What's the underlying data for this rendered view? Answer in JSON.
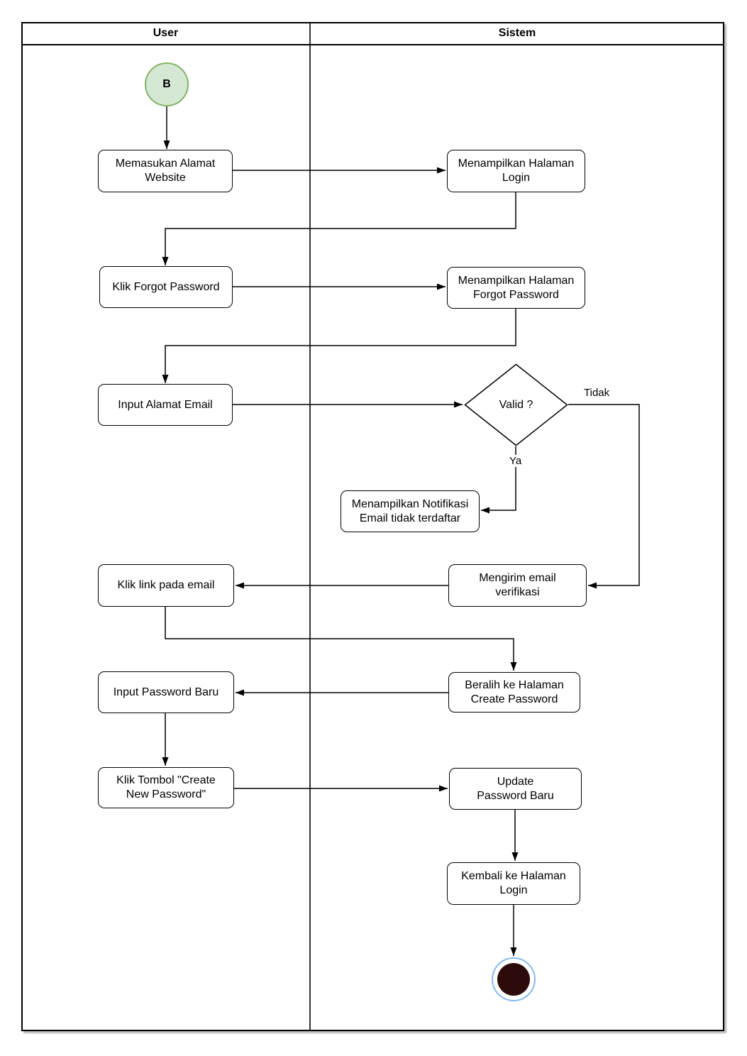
{
  "lanes": [
    {
      "label": "User"
    },
    {
      "label": "Sistem"
    }
  ],
  "nodes": {
    "start": {
      "type": "initial",
      "lane": "User",
      "label": "B"
    },
    "enter_website": {
      "type": "action",
      "lane": "User",
      "label": "Memasukan Alamat\nWebsite"
    },
    "show_login": {
      "type": "action",
      "lane": "Sistem",
      "label": "Menampilkan Halaman\nLogin"
    },
    "click_forgot": {
      "type": "action",
      "lane": "User",
      "label": "Klik Forgot Password"
    },
    "show_forgot": {
      "type": "action",
      "lane": "Sistem",
      "label": "Menampilkan Halaman\nForgot Password"
    },
    "input_email": {
      "type": "action",
      "lane": "User",
      "label": "Input Alamat Email"
    },
    "valid": {
      "type": "decision",
      "lane": "Sistem",
      "label": "Valid ?"
    },
    "notif_email": {
      "type": "action",
      "lane": "Sistem",
      "label": "Menampilkan Notifikasi\nEmail tidak terdaftar"
    },
    "send_email": {
      "type": "action",
      "lane": "Sistem",
      "label": "Mengirim email\nverifikasi"
    },
    "click_link": {
      "type": "action",
      "lane": "User",
      "label": "Klik link pada email"
    },
    "goto_create": {
      "type": "action",
      "lane": "Sistem",
      "label": "Beralih ke Halaman\nCreate Password"
    },
    "input_password": {
      "type": "action",
      "lane": "User",
      "label": "Input Password Baru"
    },
    "click_create": {
      "type": "action",
      "lane": "User",
      "label": "Klik Tombol \"Create\nNew Password\""
    },
    "update_password": {
      "type": "action",
      "lane": "Sistem",
      "label": "Update\nPassword Baru"
    },
    "back_login": {
      "type": "action",
      "lane": "Sistem",
      "label": "Kembali ke Halaman\nLogin"
    },
    "end": {
      "type": "final",
      "lane": "Sistem",
      "label": ""
    }
  },
  "edges": [
    {
      "from": "start",
      "to": "enter_website",
      "label": ""
    },
    {
      "from": "enter_website",
      "to": "show_login",
      "label": ""
    },
    {
      "from": "show_login",
      "to": "click_forgot",
      "label": ""
    },
    {
      "from": "click_forgot",
      "to": "show_forgot",
      "label": ""
    },
    {
      "from": "show_forgot",
      "to": "input_email",
      "label": ""
    },
    {
      "from": "input_email",
      "to": "valid",
      "label": ""
    },
    {
      "from": "valid",
      "to": "send_email",
      "label": "Tidak"
    },
    {
      "from": "valid",
      "to": "notif_email",
      "label": "Ya"
    },
    {
      "from": "send_email",
      "to": "click_link",
      "label": ""
    },
    {
      "from": "click_link",
      "to": "goto_create",
      "label": ""
    },
    {
      "from": "goto_create",
      "to": "input_password",
      "label": ""
    },
    {
      "from": "input_password",
      "to": "click_create",
      "label": ""
    },
    {
      "from": "click_create",
      "to": "update_password",
      "label": ""
    },
    {
      "from": "update_password",
      "to": "back_login",
      "label": ""
    },
    {
      "from": "back_login",
      "to": "end",
      "label": ""
    }
  ],
  "colors": {
    "start_fill": "#d5e8d4",
    "start_stroke": "#82b366",
    "end_ring": "#85bbf0",
    "end_core": "#2d0b0b",
    "node_fill": "#ffffff",
    "node_stroke": "#000000",
    "line": "#000000"
  }
}
